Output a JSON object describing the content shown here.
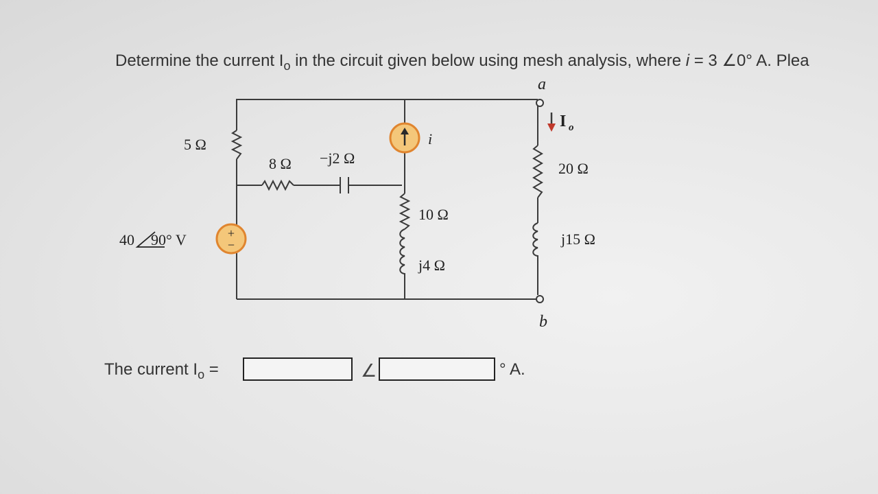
{
  "question": {
    "text_before": "Determine the current I",
    "text_sub": "o",
    "text_after": " in the circuit given below using mesh analysis, where ",
    "i_var": "i",
    "text_tail": " = 3 ∠0° A. Plea"
  },
  "circuit": {
    "node_a": "a",
    "node_b": "b",
    "current_label": "I",
    "current_sub": "o",
    "source_i_label": "i",
    "r5": "5 Ω",
    "r8": "8 Ω",
    "cap": "−j2 Ω",
    "r10": "10 Ω",
    "l4": "j4 Ω",
    "r20": "20 Ω",
    "l15": "j15 Ω",
    "vsrc": "40∠90° V",
    "vsrc_mag": "40",
    "vsrc_ang": "90° V",
    "vsrc_plus": "+",
    "vsrc_minus": "−",
    "colors": {
      "wire": "#3a3a3a",
      "source_fill": "#f4c77a",
      "source_ring": "#e0852f",
      "arrow": "#c0392b"
    }
  },
  "answer": {
    "label": "The current I",
    "label_sub": "o",
    "label_eq": " =",
    "magnitude_value": "",
    "angle_symbol": "∠",
    "angle_value": "",
    "unit": "° A."
  }
}
